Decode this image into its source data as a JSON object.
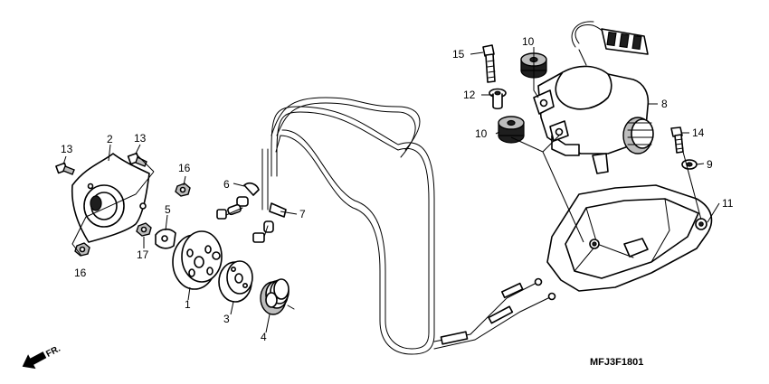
{
  "diagram_code": "MFJ3F1801",
  "direction_label": "FR.",
  "callouts": {
    "c1": "1",
    "c2": "2",
    "c3": "3",
    "c4": "4",
    "c5": "5",
    "c6": "6",
    "c7": "7",
    "c8": "8",
    "c9": "9",
    "c10a": "10",
    "c10b": "10",
    "c11": "11",
    "c12": "12",
    "c13a": "13",
    "c13b": "13",
    "c14": "14",
    "c15": "15",
    "c16a": "16",
    "c16b": "16",
    "c17": "17"
  }
}
